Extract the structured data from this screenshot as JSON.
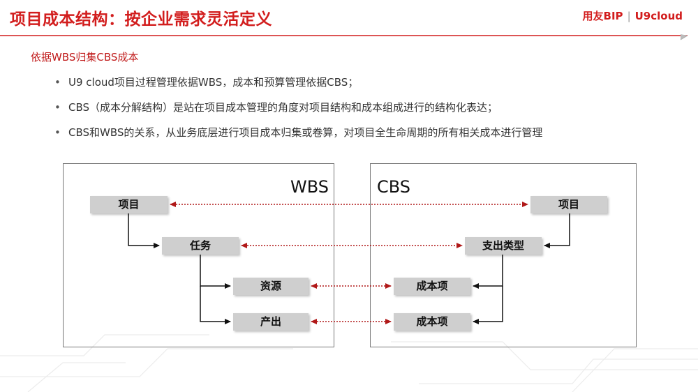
{
  "header": {
    "title": "项目成本结构：按企业需求灵活定义",
    "logo_brand": "用友BIP",
    "logo_product": "U9cloud"
  },
  "subtitle": "依据WBS归集CBS成本",
  "bullets": [
    "U9 cloud项目过程管理依据WBS，成本和预算管理依据CBS；",
    "CBS（成本分解结构）是站在项目成本管理的角度对项目结构和成本组成进行的结构化表达；",
    "CBS和WBS的关系，从业务底层进行项目成本归集或卷算，对项目全生命周期的所有相关成本进行管理"
  ],
  "diagram": {
    "wbs": {
      "label": "WBS",
      "nodes": {
        "project": "项目",
        "task": "任务",
        "resource": "资源",
        "output": "产出"
      }
    },
    "cbs": {
      "label": "CBS",
      "nodes": {
        "project": "项目",
        "expense_type": "支出类型",
        "cost_item_1": "成本项",
        "cost_item_2": "成本项"
      }
    }
  },
  "colors": {
    "accent": "#d21d1d",
    "node_fill": "#cfcfcf",
    "dotted_link": "#b01818"
  }
}
